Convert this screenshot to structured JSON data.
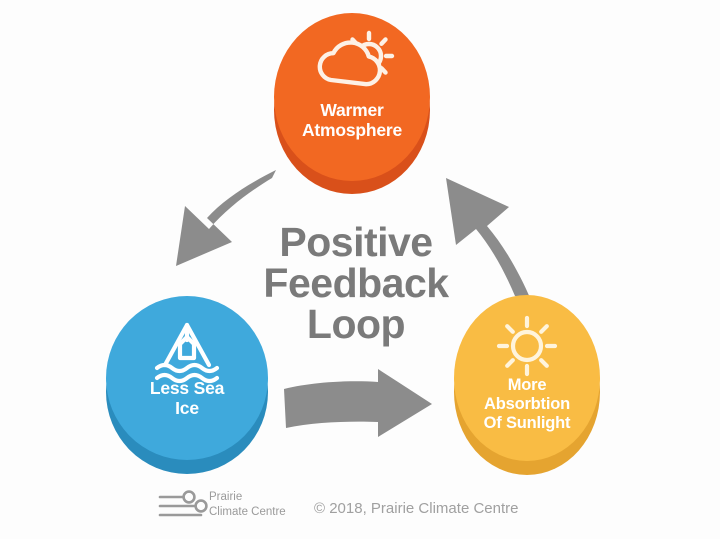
{
  "diagram": {
    "title": "Positive Feedback Loop",
    "title_lines": [
      "Positive",
      "Feedback",
      "Loop"
    ],
    "background_color": "#fdfdfd",
    "title_color": "#7a7a7a",
    "arrow_color": "#8c8c8c",
    "nodes": [
      {
        "id": "warmer-atmosphere",
        "label": "Warmer Atmosphere",
        "label_lines": [
          "Warmer",
          "Atmosphere"
        ],
        "icon": "cloud-sun-icon",
        "color": "#f26822",
        "shadow_color": "#d9501a",
        "position": "top"
      },
      {
        "id": "less-sea-ice",
        "label": "Less Sea Ice",
        "label_lines": [
          "Less Sea",
          "Ice"
        ],
        "icon": "iceberg-icon",
        "color": "#3fa9dc",
        "shadow_color": "#2a8cbd",
        "position": "bottom-left"
      },
      {
        "id": "more-absorbtion-of-sunlight",
        "label": "More Absorbtion Of Sunlight",
        "label_lines": [
          "More",
          "Absorbtion",
          "Of Sunlight"
        ],
        "icon": "sun-icon",
        "color": "#f9bc44",
        "shadow_color": "#e5a430",
        "position": "bottom-right"
      }
    ],
    "arrows": [
      {
        "id": "arrow-top-to-left",
        "from": "warmer-atmosphere",
        "to": "less-sea-ice",
        "direction": "down-left"
      },
      {
        "id": "arrow-left-to-right",
        "from": "less-sea-ice",
        "to": "more-absorbtion-of-sunlight",
        "direction": "right"
      },
      {
        "id": "arrow-right-to-top",
        "from": "more-absorbtion-of-sunlight",
        "to": "warmer-atmosphere",
        "direction": "up-left"
      }
    ]
  },
  "footer": {
    "logo_icon": "prairie-climate-centre-logo-icon",
    "logo_lines": [
      "Prairie",
      "Climate Centre"
    ],
    "logo_line1": "Prairie",
    "logo_line2": "Climate Centre",
    "copyright": "© 2018, Prairie Climate Centre",
    "text_color": "#a0a0a0"
  }
}
